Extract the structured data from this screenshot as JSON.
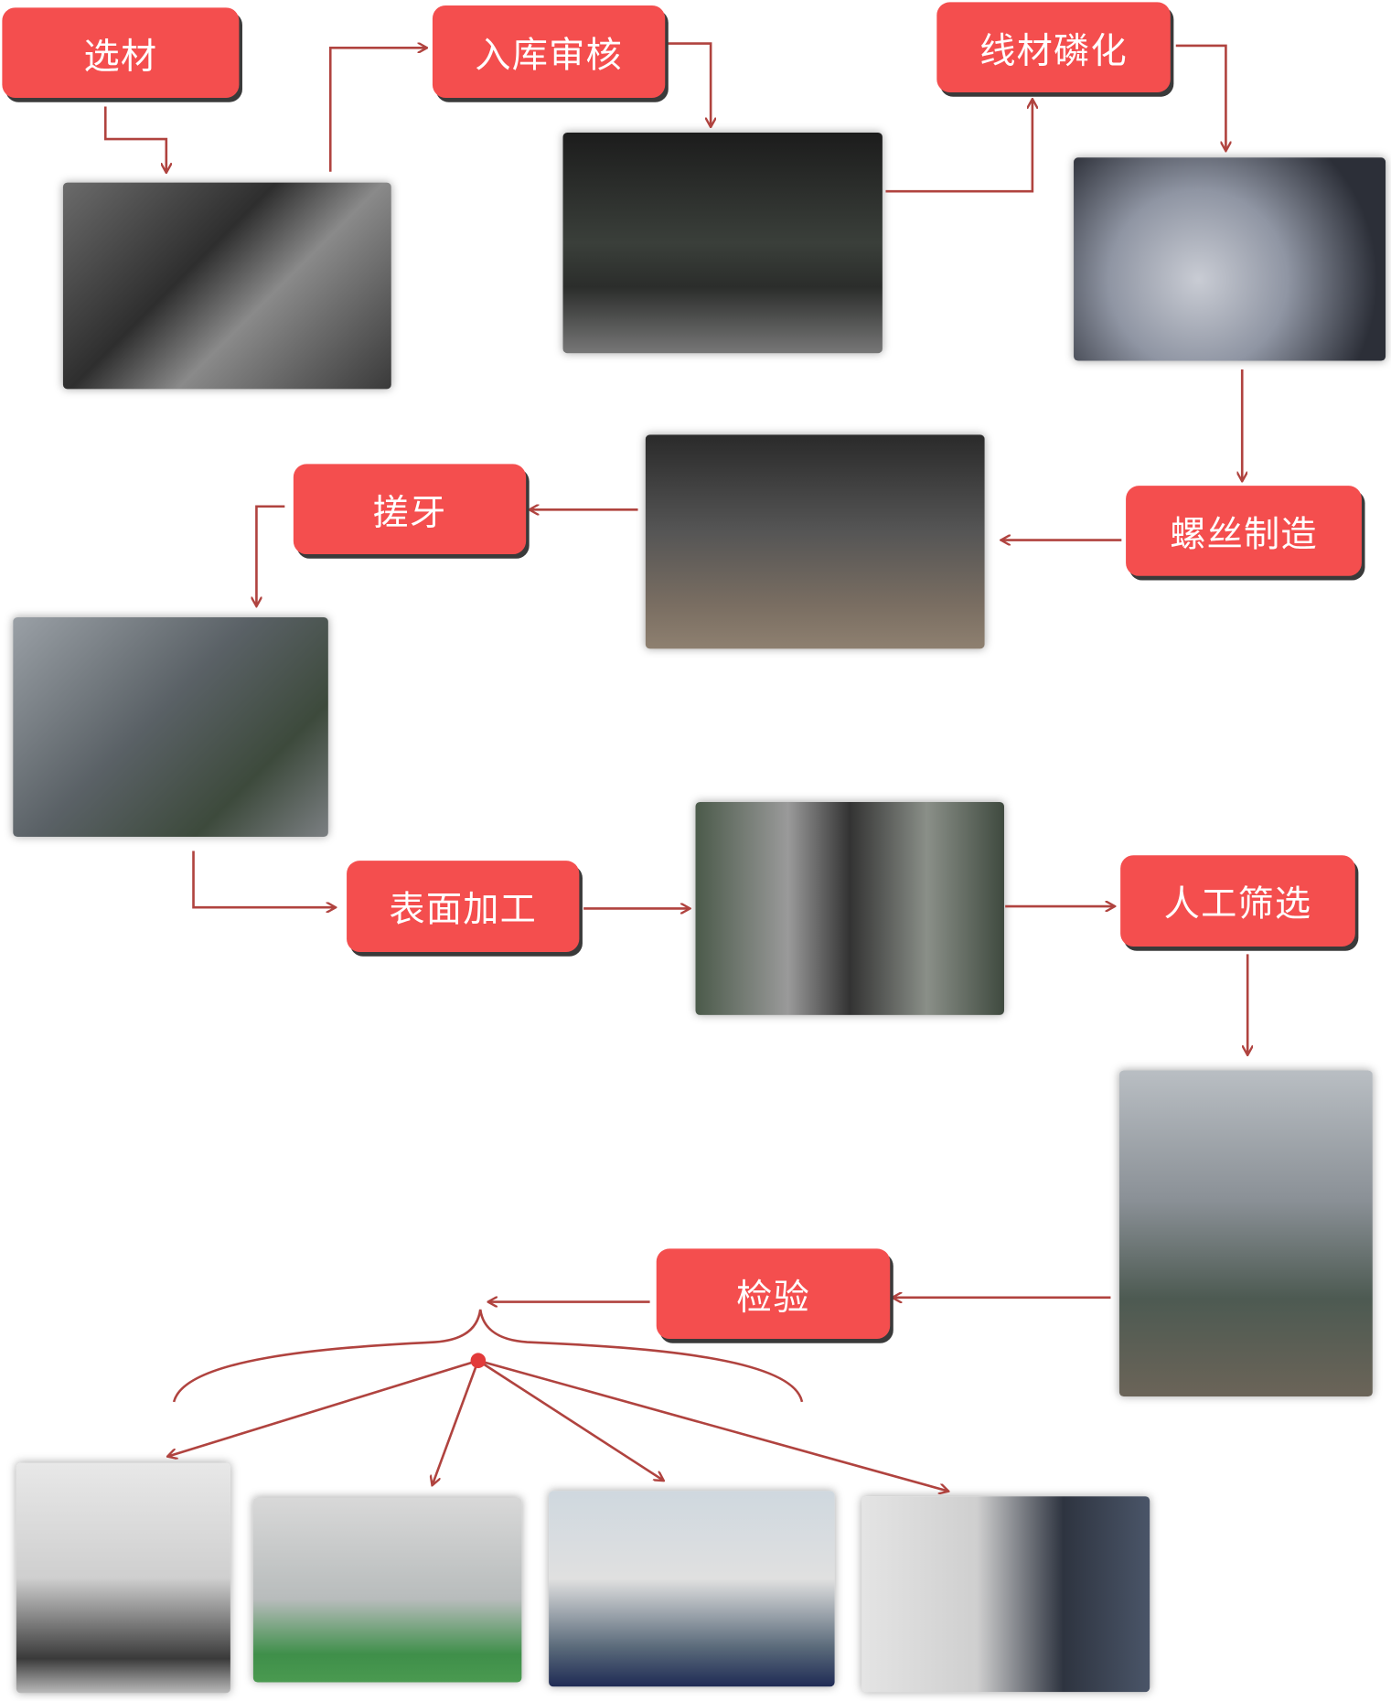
{
  "steps": {
    "select_material": "选材",
    "warehouse_review": "入库审核",
    "wire_phosphating": "线材磷化",
    "thread_rolling": "搓牙",
    "screw_making": "螺丝制造",
    "surface_treatment": "表面加工",
    "manual_screening": "人工筛选",
    "inspection": "检验"
  },
  "colors": {
    "box": "#f44e4e",
    "arrow": "#b0433f",
    "text": "#ffffff"
  }
}
